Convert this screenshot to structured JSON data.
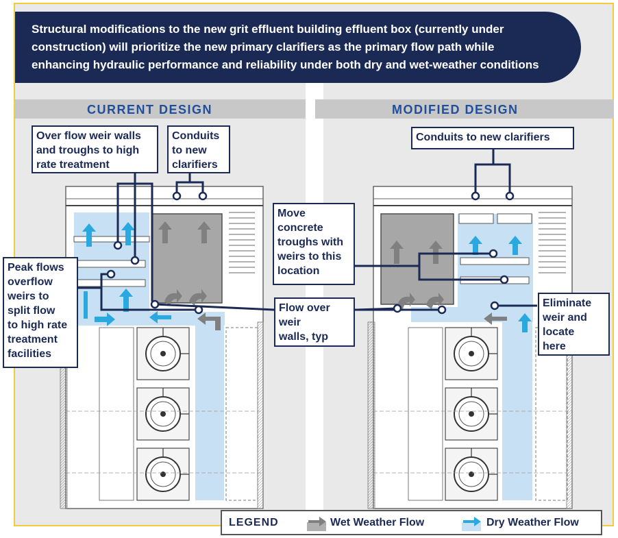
{
  "banner": {
    "line1": "Structural modifications to the new grit effluent building effluent box (currently under",
    "line2": "construction) will prioritize the new primary clarifiers as the primary flow path while",
    "line3": "enhancing hydraulic performance and reliability under both dry and wet-weather conditions"
  },
  "current": {
    "title": "CURRENT DESIGN",
    "callout_weir": [
      "Over flow weir walls",
      "and troughs to high",
      "rate treatment"
    ],
    "callout_conduits": [
      "Conduits",
      "to new",
      "clarifiers"
    ],
    "callout_peak": [
      "Peak flows",
      "overflow",
      "weirs to",
      "split flow",
      "to high rate",
      "treatment",
      "facilities"
    ]
  },
  "modified": {
    "title": "MODIFIED DESIGN",
    "callout_conduits": "Conduits to new clarifiers",
    "callout_move": [
      "Move",
      "concrete",
      "troughs with",
      "weirs to this",
      "location"
    ],
    "callout_eliminate": [
      "Eliminate",
      "weir and",
      "locate",
      "here"
    ]
  },
  "shared": {
    "callout_flow": [
      "Flow over",
      "weir",
      "walls, typ"
    ]
  },
  "legend": {
    "title": "LEGEND",
    "wet": "Wet Weather Flow",
    "dry": "Dry Weather Flow"
  },
  "colors": {
    "navy": "#1b2a55",
    "blue_title": "#1f4f9c",
    "frame": "#f2cc3a",
    "dry_flow": "#29a9e0",
    "dry_area": "#c7e0f4",
    "wet_flow": "#808080",
    "wet_area": "#b0b0b0"
  }
}
